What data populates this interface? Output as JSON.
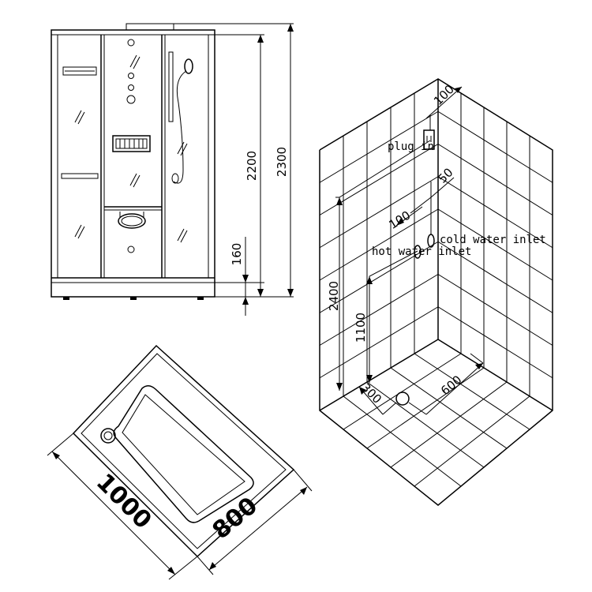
{
  "front_view": {
    "dimensions": {
      "total_height": "2300",
      "cabin_height": "2200",
      "base_height": "160"
    }
  },
  "tray": {
    "dimensions": {
      "length": "1000",
      "width": "800"
    }
  },
  "room": {
    "labels": {
      "plug": "plug in",
      "cold": "cold water inlet",
      "hot": "hot water inlet"
    },
    "dimensions": {
      "plug_offset": "100",
      "cold_offset": "50",
      "hot_offset": "100",
      "height": "2400",
      "inlet_height": "1100",
      "drain_x": "300",
      "drain_y": "600"
    }
  }
}
